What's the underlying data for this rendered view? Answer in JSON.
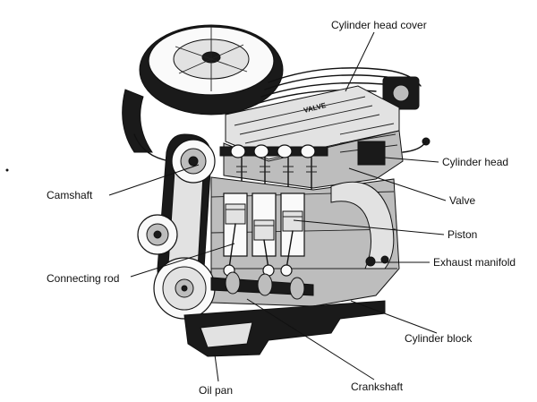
{
  "diagram": {
    "labels": {
      "cylinder_head_cover": "Cylinder head cover",
      "cylinder_head": "Cylinder head",
      "camshaft": "Camshaft",
      "valve": "Valve",
      "piston": "Piston",
      "exhaust_manifold": "Exhaust manifold",
      "connecting_rod": "Connecting rod",
      "cylinder_block": "Cylinder block",
      "oil_pan": "Oil pan",
      "crankshaft": "Crankshaft"
    },
    "cover_stamp": "VALVE"
  }
}
